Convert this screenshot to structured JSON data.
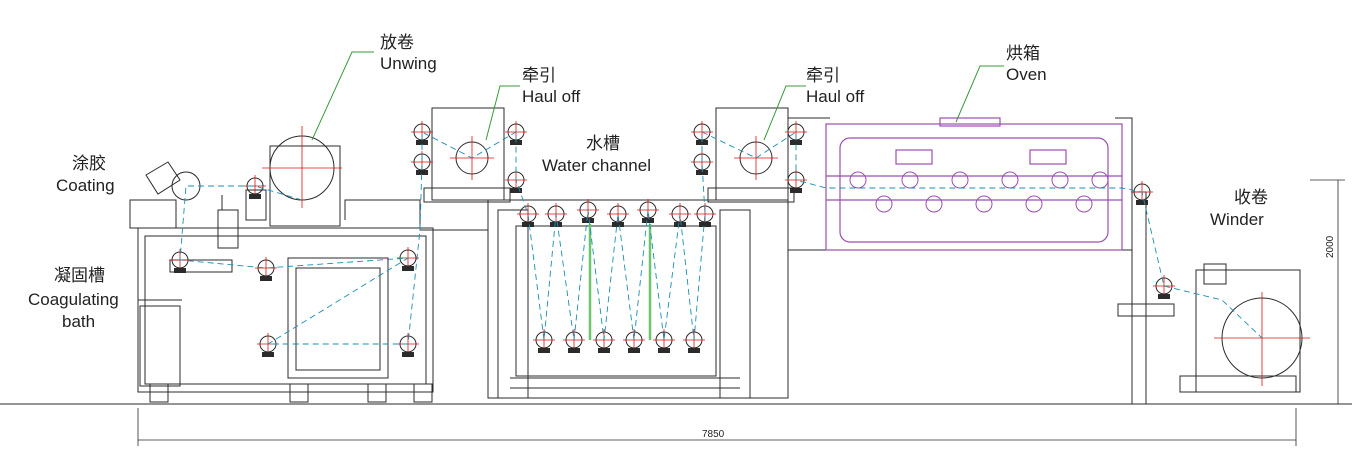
{
  "labels": {
    "unwind": {
      "cn": "放卷",
      "en": "Unwing"
    },
    "haul_off_1": {
      "cn": "牵引",
      "en": "Haul off"
    },
    "water_channel": {
      "cn": "水槽",
      "en": "Water channel"
    },
    "haul_off_2": {
      "cn": "牵引",
      "en": "Haul off"
    },
    "oven": {
      "cn": "烘箱",
      "en": "Oven"
    },
    "coating": {
      "cn": "涂胶",
      "en": "Coating"
    },
    "coagulating_bath": {
      "cn": "凝固槽",
      "en": "Coagulating",
      "en2": "bath"
    },
    "winder": {
      "cn": "收卷",
      "en": "Winder"
    }
  },
  "dimensions": {
    "length": "7850",
    "height": "2000"
  },
  "colors": {
    "line": "#2b2b2b",
    "roller_mark": "#d11",
    "web_path": "#1a8fb0",
    "leader": "#3a9a3a",
    "oven": "#9b4fb0",
    "guide": "#6cc46c"
  }
}
